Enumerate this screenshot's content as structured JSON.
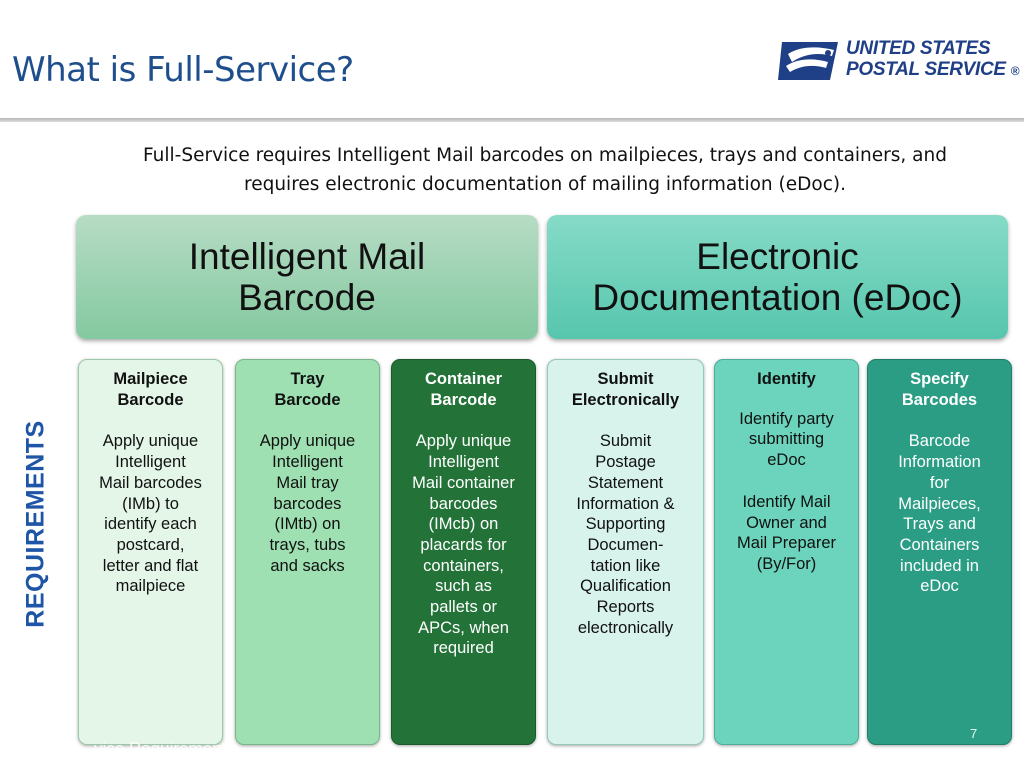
{
  "slide": {
    "title": "What is Full-Service?",
    "intro_line1": "Full-Service requires Intelligent Mail barcodes on mailpieces, trays and containers, and",
    "intro_line2": "requires electronic documentation of mailing information (eDoc).",
    "page_number": "7",
    "footer": "vice Requirements"
  },
  "logo": {
    "line1": "UNITED STATES",
    "line2": "POSTAL SERVICE",
    "registered": "®",
    "icon": "eagle-icon",
    "color": "#1f3f86"
  },
  "side_label": "REQUIREMENTS",
  "headers": {
    "imb_line1": "Intelligent Mail",
    "imb_line2": "Barcode",
    "edoc_line1": "Electronic",
    "edoc_line2": "Documentation (eDoc)"
  },
  "columns": [
    {
      "title_lines": [
        "Mailpiece",
        "Barcode"
      ],
      "body_lines": [
        "Apply unique",
        "Intelligent",
        "Mail barcodes",
        "(IMb) to",
        "identify each",
        "postcard,",
        "letter and flat",
        "mailpiece"
      ]
    },
    {
      "title_lines": [
        "Tray",
        "Barcode"
      ],
      "body_lines": [
        "Apply unique",
        "Intelligent",
        "Mail tray",
        "barcodes",
        "(IMtb) on",
        "trays, tubs",
        "and sacks"
      ]
    },
    {
      "title_lines": [
        "Container",
        "Barcode"
      ],
      "body_lines": [
        "Apply unique",
        "Intelligent",
        "Mail container",
        "barcodes",
        "(IMcb) on",
        "placards for",
        "containers,",
        "such as",
        "pallets or",
        "APCs, when",
        "required"
      ]
    },
    {
      "title_lines": [
        "Submit",
        "Electronically"
      ],
      "body_lines": [
        "Submit",
        "Postage",
        "Statement",
        "Information &",
        "Supporting",
        "Documen-",
        "tation like",
        "Qualification",
        "Reports",
        "electronically"
      ]
    },
    {
      "title_lines": [
        "Identify"
      ],
      "body_lines": [
        "Identify party",
        "submitting",
        "eDoc"
      ],
      "body2_lines": [
        "Identify Mail",
        "Owner and",
        "Mail Preparer",
        "(By/For)"
      ]
    },
    {
      "title_lines": [
        "Specify",
        "Barcodes"
      ],
      "body_lines": [
        "Barcode",
        "Information",
        "for",
        "Mailpieces,",
        "Trays and",
        "Containers",
        "included in",
        "eDoc"
      ]
    }
  ],
  "colors": {
    "title": "#1f4e8c",
    "requirements": "#1f55a6"
  }
}
